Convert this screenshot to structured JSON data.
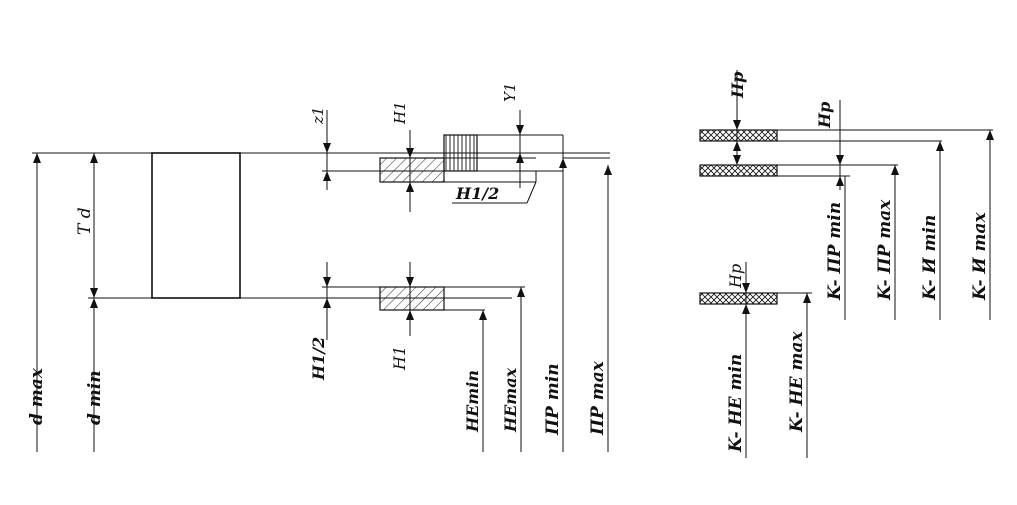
{
  "labels": {
    "d_max": "d max",
    "d_min": "d min",
    "td": "T d",
    "z1": "z1",
    "h1_top": "H1",
    "y1": "Y1",
    "h1_half_mid": "H1/2",
    "h1_half_low": "H1/2",
    "h1_low": "H1",
    "ne_min": "HEmin",
    "ne_max": "HEmax",
    "pr_min": "ПР min",
    "pr_max": "ПР max",
    "hp_top": "Hp",
    "hp_right": "Hp",
    "hp_low": "Hp",
    "k_pr_min": "K- ПР min",
    "k_pr_max": "K- ПР max",
    "k_i_min": "K- И min",
    "k_i_max": "K- И max",
    "k_ne_min": "K- HE min",
    "k_ne_max": "K- HE max"
  },
  "colors": {
    "ink": "#111111",
    "background": "#ffffff"
  }
}
